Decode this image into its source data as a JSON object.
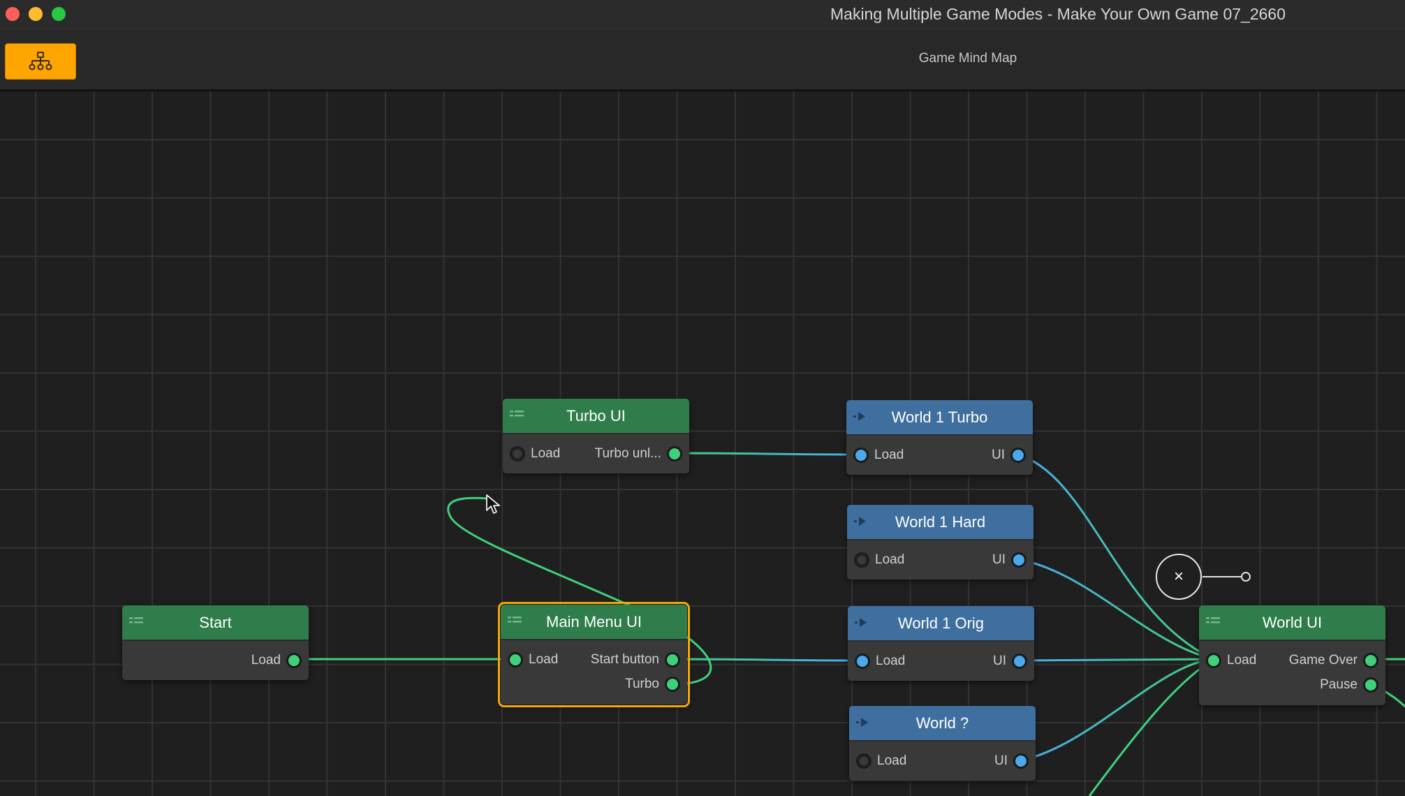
{
  "window": {
    "title": "Making Multiple Game Modes - Make Your Own Game 07_2660"
  },
  "toolbar": {
    "title": "Game Mind Map",
    "mindmap_icon": "hierarchy-icon",
    "accent_color": "#ffa500"
  },
  "colors": {
    "ui_node_header": "#2e7d4a",
    "world_node_header": "#3f6f9e",
    "ui_port": "#3fd17a",
    "world_port": "#4aa8ec",
    "selection_outline": "#f5a800"
  },
  "nodes": {
    "turbo_ui": {
      "title": "Turbo UI",
      "input": "Load",
      "output": "Turbo unl..."
    },
    "start": {
      "title": "Start",
      "output": "Load"
    },
    "main_menu_ui": {
      "title": "Main Menu UI",
      "input": "Load",
      "output1": "Start button",
      "output2": "Turbo"
    },
    "world1_turbo": {
      "title": "World 1 Turbo",
      "input": "Load",
      "output": "UI"
    },
    "world1_hard": {
      "title": "World 1 Hard",
      "input": "Load",
      "output": "UI"
    },
    "world1_orig": {
      "title": "World 1 Orig",
      "input": "Load",
      "output": "UI"
    },
    "world_q": {
      "title": "World ?",
      "input": "Load",
      "output": "UI"
    },
    "world_ui": {
      "title": "World UI",
      "input": "Load",
      "output1": "Game Over",
      "output2": "Pause"
    }
  },
  "overlay": {
    "remove_symbol": "×"
  }
}
